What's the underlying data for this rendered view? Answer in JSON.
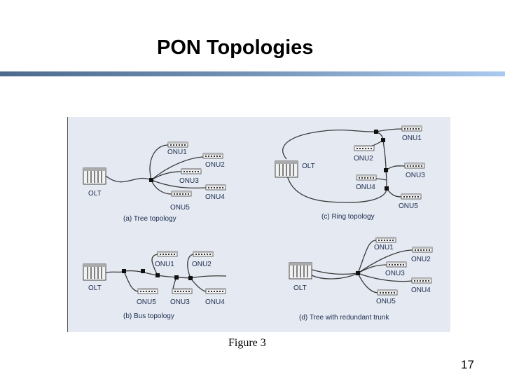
{
  "slide": {
    "title": "PON Topologies",
    "caption": "Figure 3",
    "page_number": "17"
  },
  "diagrams": {
    "tree": {
      "label": "(a) Tree topology",
      "olt": "OLT",
      "onus": [
        "ONU1",
        "ONU2",
        "ONU3",
        "ONU4",
        "ONU5"
      ]
    },
    "ring": {
      "label": "(c) Ring topology",
      "olt": "OLT",
      "onus": [
        "ONU1",
        "ONU2",
        "ONU3",
        "ONU4",
        "ONU5"
      ]
    },
    "bus": {
      "label": "(b) Bus topology",
      "olt": "OLT",
      "onus": [
        "ONU1",
        "ONU2",
        "ONU5",
        "ONU3",
        "ONU4"
      ]
    },
    "redundant": {
      "label": "(d) Tree with redundant trunk",
      "olt": "OLT",
      "onus": [
        "ONU1",
        "ONU2",
        "ONU3",
        "ONU4",
        "ONU5"
      ]
    }
  },
  "colors": {
    "panel_background": "#e4e9f2",
    "label_text": "#1d2d4d",
    "title_bar_start": "#4d6a8c",
    "title_bar_end": "#a9c9ee"
  }
}
